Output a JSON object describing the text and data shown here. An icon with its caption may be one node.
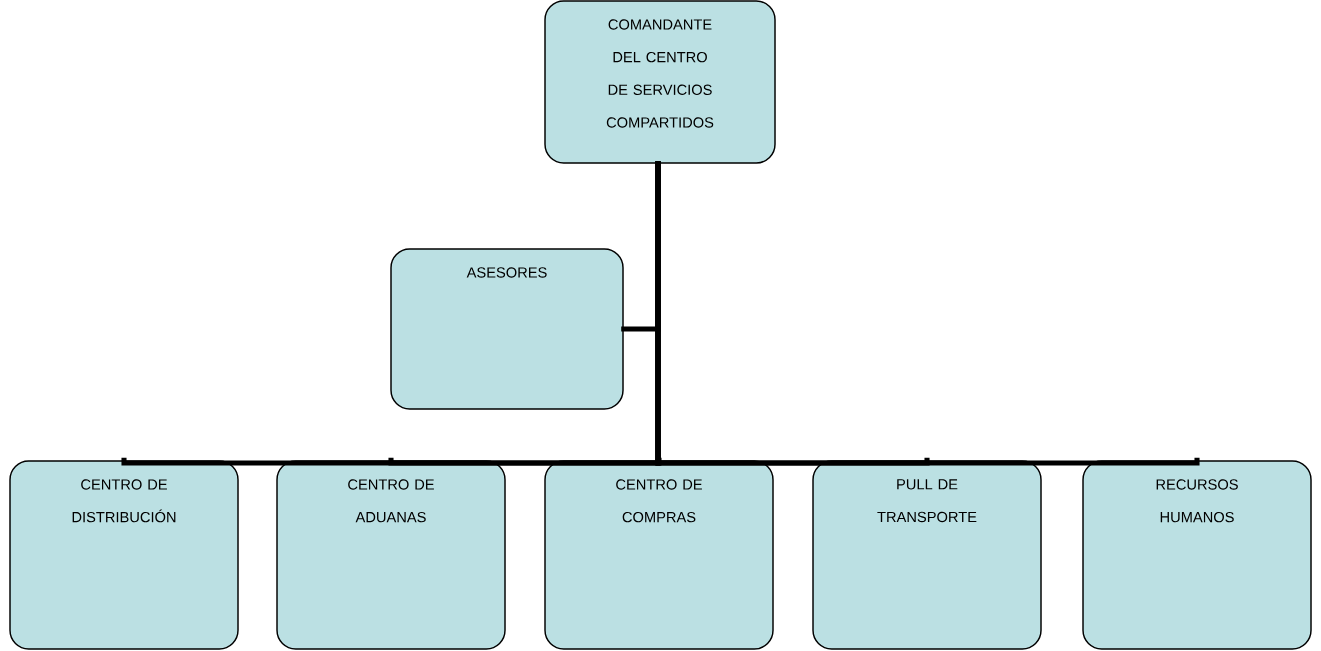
{
  "diagram": {
    "nodes": [
      {
        "text": [
          "COMANDANTE DEL CENTRO DE SERVICIOS COMPARTIDOS"
        ]
      },
      {
        "text": [
          "ASESORES"
        ]
      },
      {
        "text": [
          "CENTRO DE DISTRIBUCIÓN"
        ]
      },
      {
        "text": [
          "CENTRO DE ADUANAS"
        ]
      },
      {
        "text": [
          "CENTRO DE COMPRAS"
        ]
      },
      {
        "text": [
          "PULL DE TRANSPORTE"
        ]
      },
      {
        "text": [
          "RECURSOS HUMANOS"
        ]
      }
    ],
    "edges": [
      {
        "from": 0,
        "to": 1,
        "arrow": "none"
      },
      {
        "from": 0,
        "to": 2,
        "arrow": "none"
      },
      {
        "from": 0,
        "to": 3,
        "arrow": "none"
      },
      {
        "from": 0,
        "to": 4,
        "arrow": "none"
      },
      {
        "from": 0,
        "to": 5,
        "arrow": "none"
      },
      {
        "from": 0,
        "to": 6,
        "arrow": "none"
      }
    ]
  }
}
